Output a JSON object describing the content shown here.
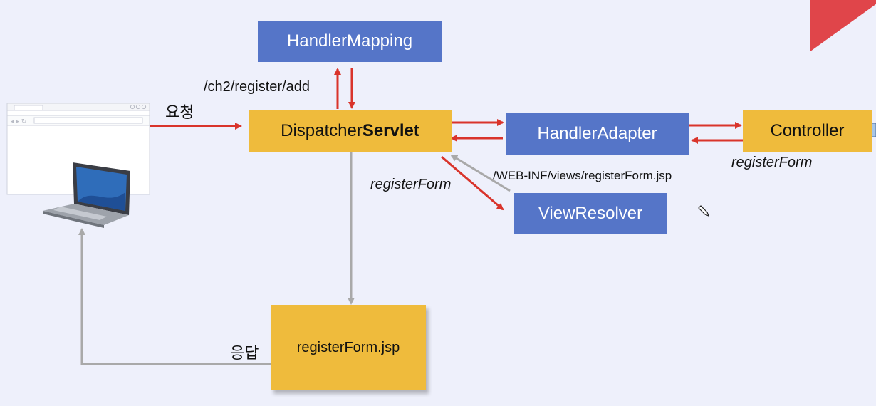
{
  "nodes": {
    "handler_mapping": "HandlerMapping",
    "dispatcher_prefix": "Dispatcher",
    "dispatcher_bold": "Servlet",
    "handler_adapter": "HandlerAdapter",
    "controller": "Controller",
    "view_resolver": "ViewResolver",
    "jsp_page": "registerForm.jsp"
  },
  "labels": {
    "request": "요청",
    "response": "응답",
    "url_path": "/ch2/register/add",
    "controller_return": "registerForm",
    "view_name": "registerForm",
    "view_path": "/WEB-INF/views/registerForm.jsp"
  },
  "colors": {
    "box_blue": "#5575c8",
    "box_yellow": "#efbb3c",
    "arrow_red": "#d9342b",
    "arrow_gray": "#a9a9a9",
    "background": "#eef0fb"
  }
}
